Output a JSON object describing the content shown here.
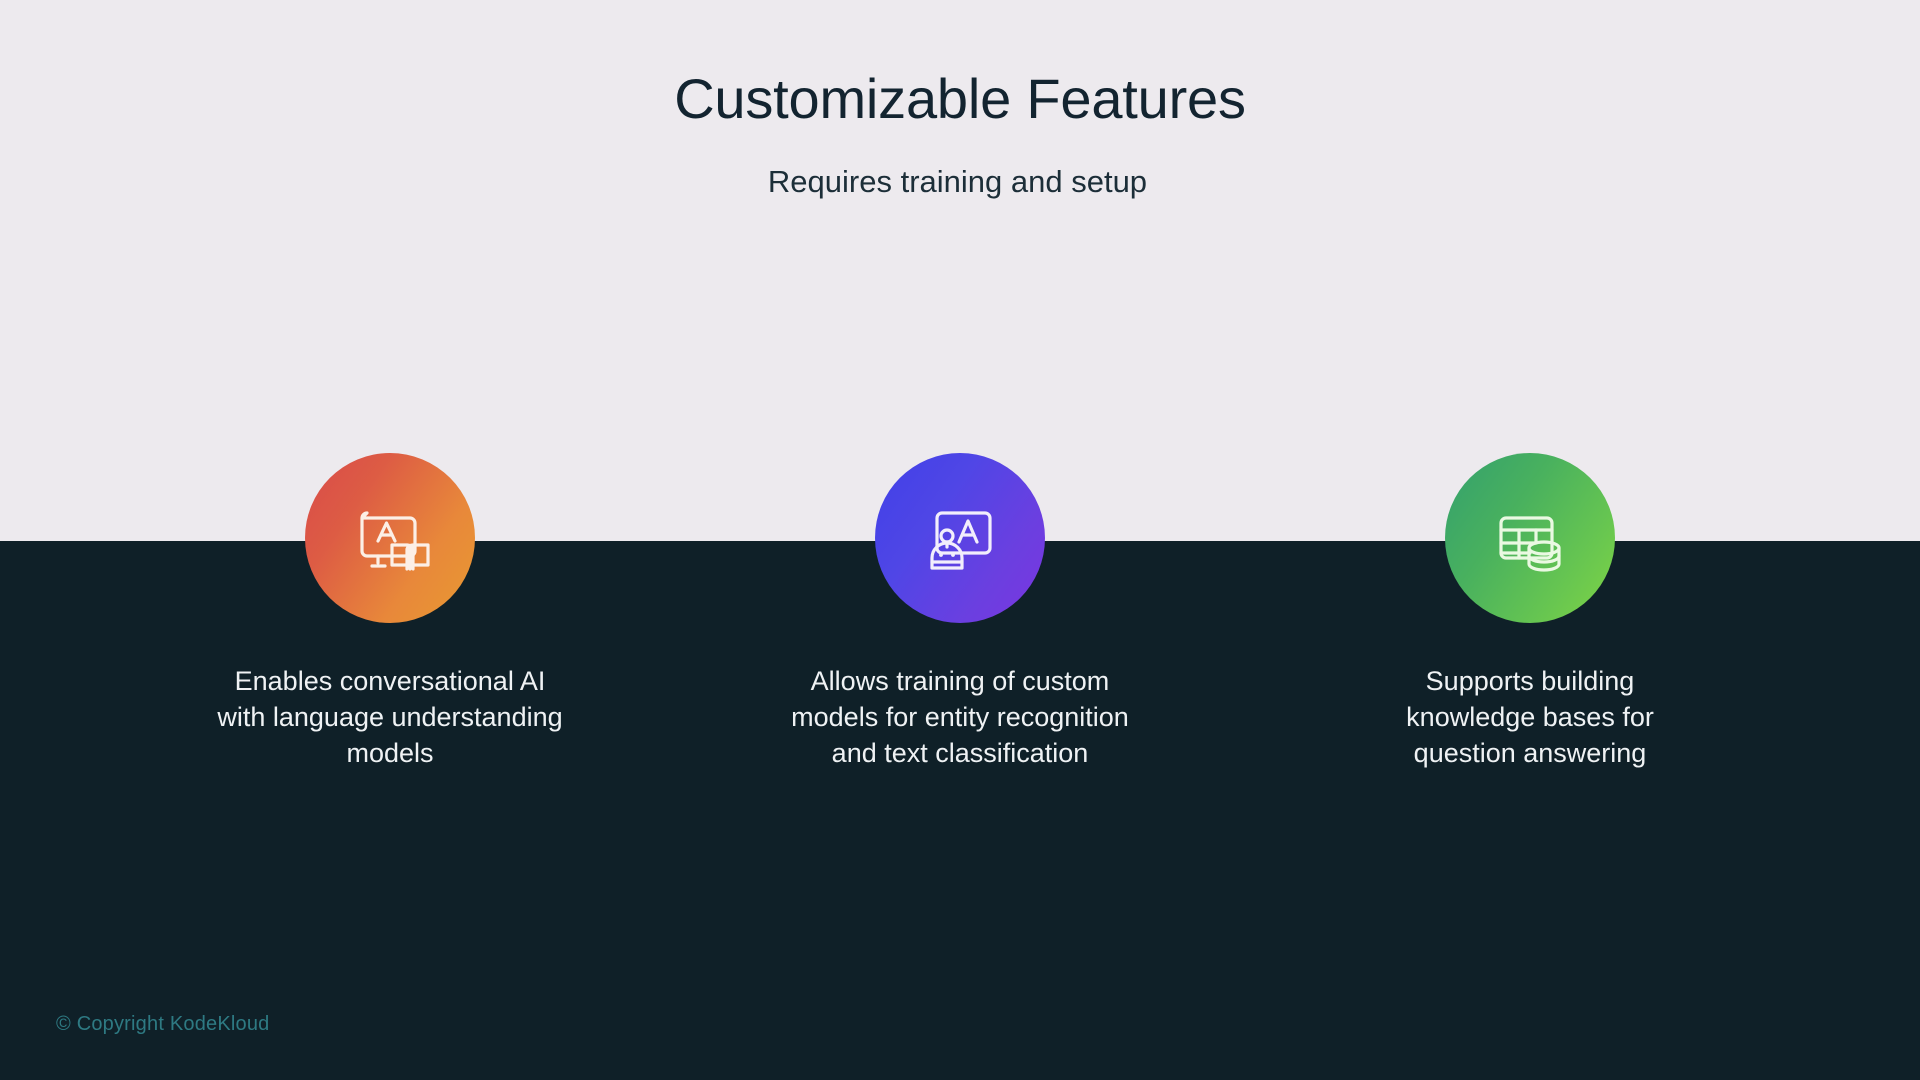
{
  "slide": {
    "title": "Customizable Features",
    "subtitle": "Requires training and setup",
    "background_top_color": "#EDEAEE",
    "background_bottom_color": "#0F2028"
  },
  "columns": [
    {
      "icon_name": "screen-letter-a-book-icon",
      "gradient_from": "#D94A4A",
      "gradient_to": "#E89A31",
      "caption": "Enables conversational AI\nwith language understanding\nmodels"
    },
    {
      "icon_name": "robot-board-letter-a-icon",
      "gradient_from": "#4040E8",
      "gradient_to": "#7B35DF",
      "caption": "Allows training of custom\nmodels for entity recognition\nand text classification"
    },
    {
      "icon_name": "table-database-icon",
      "gradient_from": "#33A06E",
      "gradient_to": "#80D544",
      "caption": "Supports building\nknowledge bases for\nquestion answering"
    }
  ],
  "footer": {
    "copyright": "© Copyright KodeKloud",
    "color": "#2E7A83"
  }
}
